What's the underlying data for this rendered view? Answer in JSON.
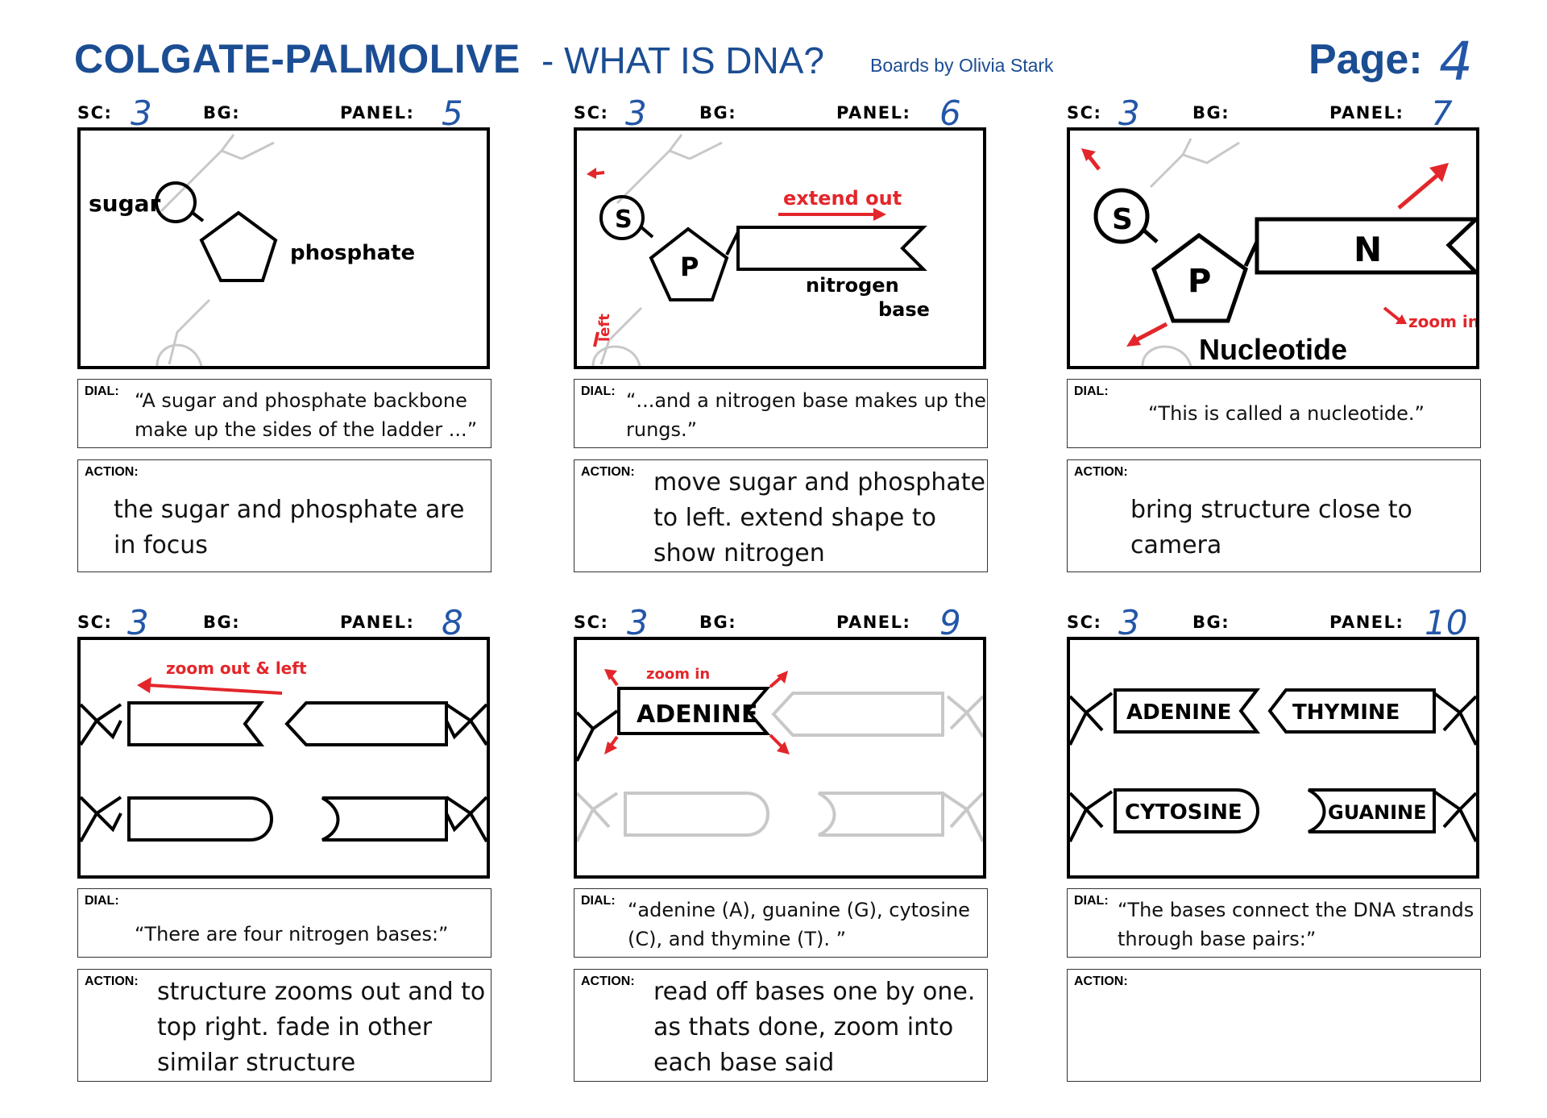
{
  "header": {
    "brand": "COLGATE-PALMOLIVE",
    "subtitle": "- WHAT IS DNA?",
    "credit": "Boards by Olivia Stark",
    "page_label": "Page:",
    "page_number": "4"
  },
  "labels": {
    "sc": "SC:",
    "bg": "BG:",
    "panel": "PANEL:",
    "dial": "DIAL:",
    "action": "ACTION:"
  },
  "panels": [
    {
      "sc": "3",
      "panel": "5",
      "dial": [
        "“A sugar and phosphate backbone",
        "make up the sides of the ladder ...”"
      ],
      "action": [
        "the sugar and phosphate are",
        "in focus"
      ],
      "art": {
        "sugar": "sugar",
        "phosphate": "phosphate"
      }
    },
    {
      "sc": "3",
      "panel": "6",
      "dial": [
        "“...and a nitrogen base makes up the",
        "rungs.”"
      ],
      "action": [
        "move sugar and phosphate",
        "to left. extend shape to",
        "show nitrogen"
      ],
      "art": {
        "s": "S",
        "p": "P",
        "extend": "extend out",
        "nitrogen": "nitrogen",
        "base": "base",
        "left": "left"
      }
    },
    {
      "sc": "3",
      "panel": "7",
      "dial": [
        "“This is called a nucleotide.”"
      ],
      "action": [
        "bring structure close to",
        "camera"
      ],
      "art": {
        "s": "S",
        "p": "P",
        "n": "N",
        "zoom": "zoom in",
        "caption": "Nucleotide"
      }
    },
    {
      "sc": "3",
      "panel": "8",
      "dial": [
        "“There are four nitrogen bases:”"
      ],
      "action": [
        "structure zooms out and to",
        "top right. fade in other",
        "similar structure"
      ],
      "art": {
        "zoom": "zoom out & left"
      }
    },
    {
      "sc": "3",
      "panel": "9",
      "dial": [
        "“adenine (A), guanine (G), cytosine",
        "(C), and thymine (T). ”"
      ],
      "action": [
        "read off bases one by one.",
        "as thats done, zoom into",
        "each base said"
      ],
      "art": {
        "zoom": "zoom in",
        "adenine": "ADENINE"
      }
    },
    {
      "sc": "3",
      "panel": "10",
      "dial": [
        "“The bases connect the DNA strands",
        "through base pairs:”"
      ],
      "action": [],
      "art": {
        "adenine": "ADENINE",
        "thymine": "THYMINE",
        "cytosine": "CYTOSINE",
        "guanine": "GUANINE"
      }
    }
  ]
}
